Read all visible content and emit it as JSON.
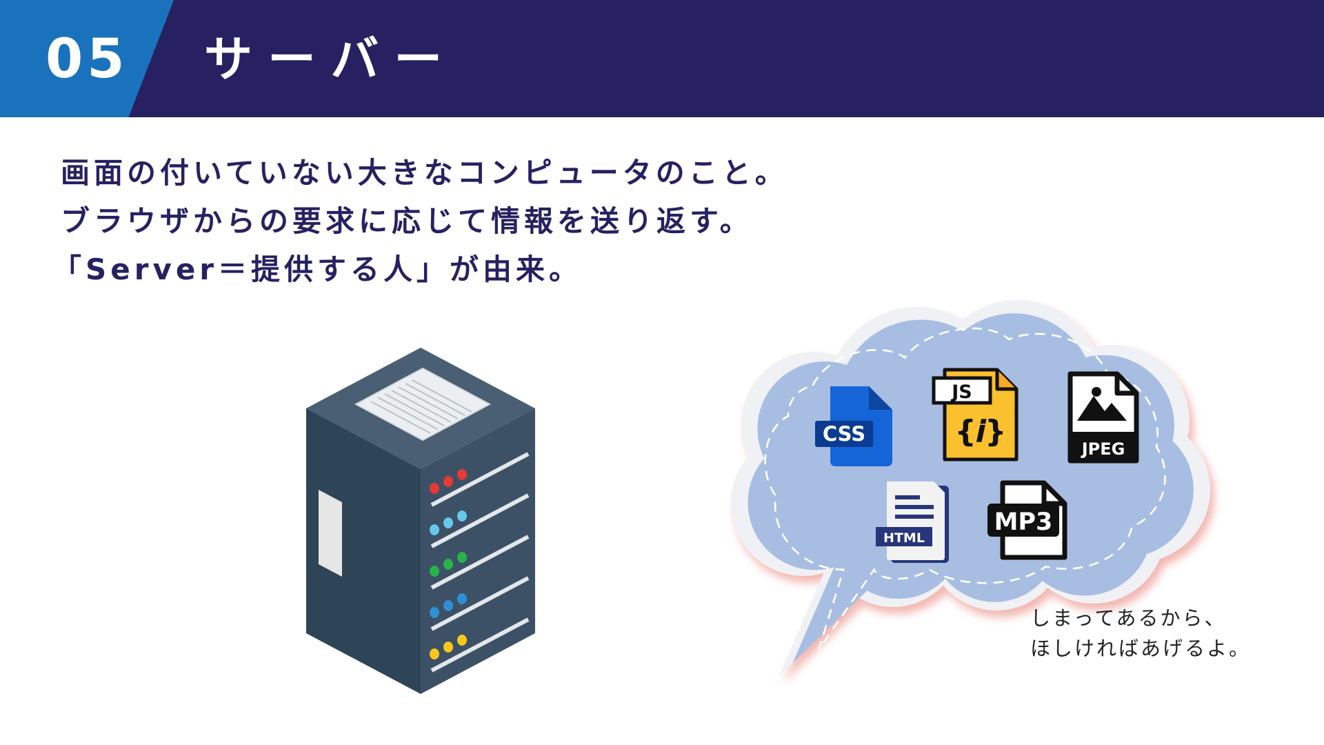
{
  "header": {
    "number": "05",
    "title": "サーバー"
  },
  "description": {
    "lines": [
      "画面の付いていない大きなコンピュータのこと。",
      "ブラウザからの要求に応じて情報を送り返す。",
      "「Server＝提供する人」が由来。"
    ]
  },
  "bubble": {
    "caption_lines": [
      "しまってあるから、",
      "ほしければあげるよ。"
    ],
    "files": [
      {
        "name": "css-file-icon",
        "label": "CSS"
      },
      {
        "name": "js-file-icon",
        "label": "JS"
      },
      {
        "name": "jpeg-file-icon",
        "label": "JPEG"
      },
      {
        "name": "html-file-icon",
        "label": "HTML"
      },
      {
        "name": "mp3-file-icon",
        "label": "MP3"
      }
    ]
  },
  "colors": {
    "header_bg": "#272162",
    "number_bg": "#1a72bd",
    "text": "#272162",
    "bubble_fill": "#a8bde2"
  }
}
